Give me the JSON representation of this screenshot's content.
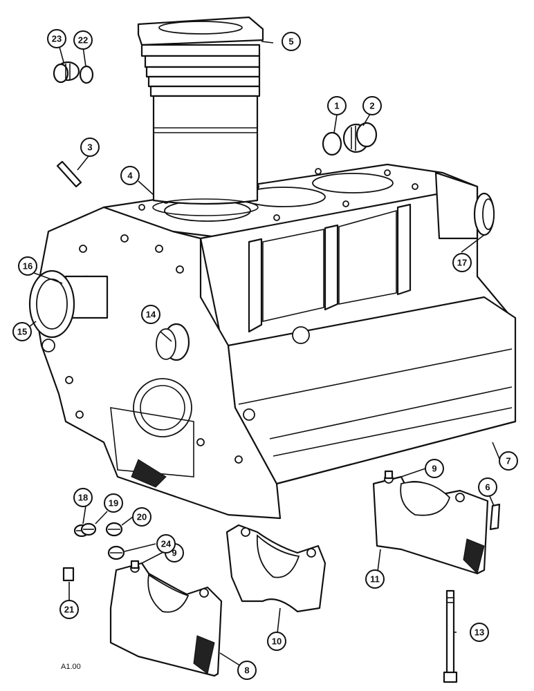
{
  "diagram": {
    "reference": "A1.00",
    "callouts": [
      {
        "id": "c1",
        "label": "1"
      },
      {
        "id": "c2",
        "label": "2"
      },
      {
        "id": "c3",
        "label": "3"
      },
      {
        "id": "c4",
        "label": "4"
      },
      {
        "id": "c5",
        "label": "5"
      },
      {
        "id": "c6",
        "label": "6"
      },
      {
        "id": "c7",
        "label": "7"
      },
      {
        "id": "c8",
        "label": "8"
      },
      {
        "id": "c9a",
        "label": "9"
      },
      {
        "id": "c9b",
        "label": "9"
      },
      {
        "id": "c10",
        "label": "10"
      },
      {
        "id": "c11",
        "label": "11"
      },
      {
        "id": "c13",
        "label": "13"
      },
      {
        "id": "c14",
        "label": "14"
      },
      {
        "id": "c15",
        "label": "15"
      },
      {
        "id": "c16",
        "label": "16"
      },
      {
        "id": "c17",
        "label": "17"
      },
      {
        "id": "c18",
        "label": "18"
      },
      {
        "id": "c19",
        "label": "19"
      },
      {
        "id": "c20",
        "label": "20"
      },
      {
        "id": "c21",
        "label": "21"
      },
      {
        "id": "c22",
        "label": "22"
      },
      {
        "id": "c23",
        "label": "23"
      },
      {
        "id": "c24",
        "label": "24"
      }
    ]
  }
}
